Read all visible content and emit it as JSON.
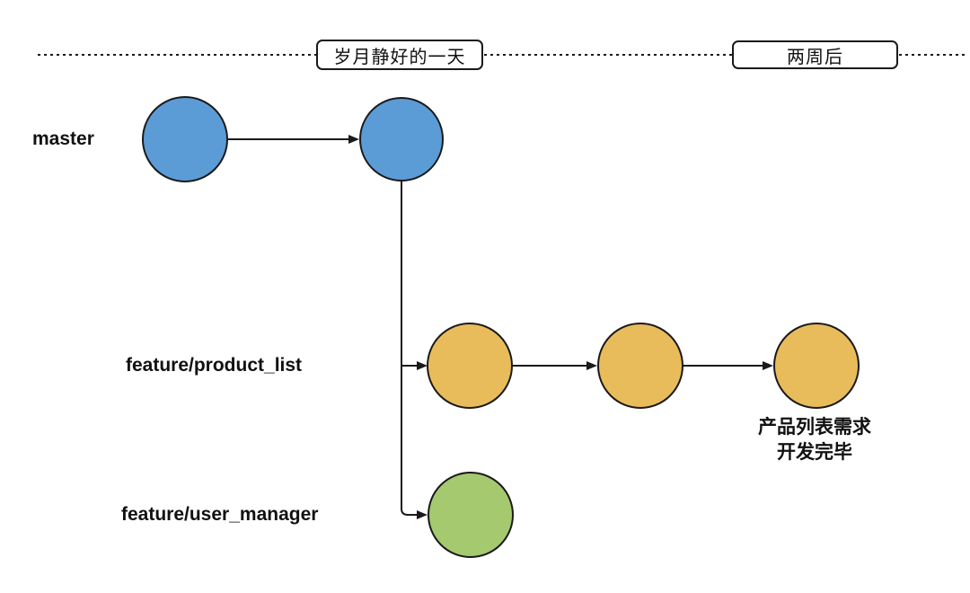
{
  "canvas": {
    "background": "#ffffff"
  },
  "timeline": {
    "style": "dotted-horizontal-line",
    "markers": [
      {
        "id": "peaceful-day",
        "label": "岁月静好的一天"
      },
      {
        "id": "two-weeks-later",
        "label": "两周后"
      }
    ]
  },
  "branches": [
    {
      "name": "master",
      "color": "#5B9CD6",
      "commit_count": 2
    },
    {
      "name": "feature/product_list",
      "color": "#E9BC5B",
      "commit_count": 3
    },
    {
      "name": "feature/user_manager",
      "color": "#A5C96E",
      "commit_count": 1
    }
  ],
  "annotation": {
    "attached_to": "feature/product_list last commit",
    "line1": "产品列表需求",
    "line2": "开发完毕"
  },
  "edges": [
    {
      "from": "master-commit-1",
      "to": "master-commit-2"
    },
    {
      "from": "master-commit-2",
      "to": "product-list-commit-1",
      "via": "branch-trunk"
    },
    {
      "from": "product-list-commit-1",
      "to": "product-list-commit-2"
    },
    {
      "from": "product-list-commit-2",
      "to": "product-list-commit-3"
    },
    {
      "from": "master-commit-2",
      "to": "user-manager-commit-1",
      "via": "branch-trunk"
    }
  ],
  "stroke_color": "#1a1a1a"
}
